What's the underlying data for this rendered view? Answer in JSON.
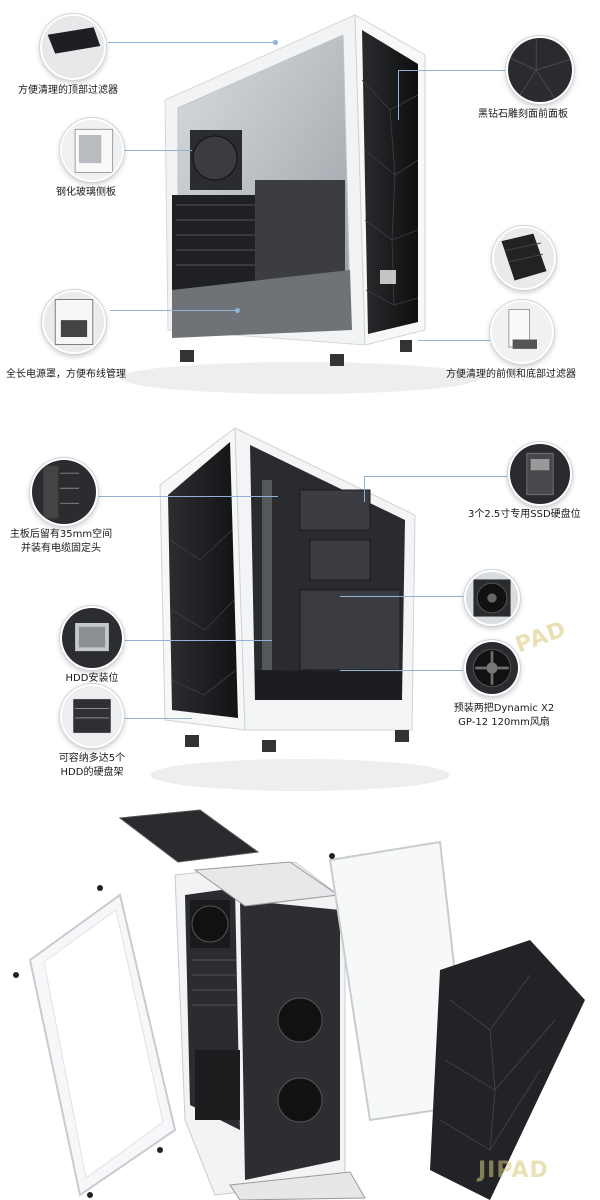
{
  "section1": {
    "callouts": {
      "top_filter": "方便清理的顶部过滤器",
      "tempered_glass": "钢化玻璃侧板",
      "psu_shroud": "全长电源罩，方便布线管理",
      "diamond_front": "黑钻石雕刻面前面板",
      "front_bottom_filter": "方便清理的前侧和底部过滤器"
    }
  },
  "section2": {
    "callouts": {
      "rear_space_line1": "主板后留有35mm空间",
      "rear_space_line2": "并装有电缆固定头",
      "hdd_mount": "HDD安装位",
      "hdd_cage_line1": "可容纳多达5个",
      "hdd_cage_line2": "HDD的硬盘架",
      "ssd_bays": "3个2.5寸专用SSD硬盘位",
      "fans_line1": "预装两把Dynamic X2",
      "fans_line2": "GP-12 120mm风扇"
    },
    "watermark": "PAD"
  },
  "section3": {
    "watermark": "JIPAD"
  },
  "colors": {
    "accent_line": "#8fb2d6",
    "case_white": "#f4f5f6",
    "case_dark": "#1b1c1e"
  }
}
